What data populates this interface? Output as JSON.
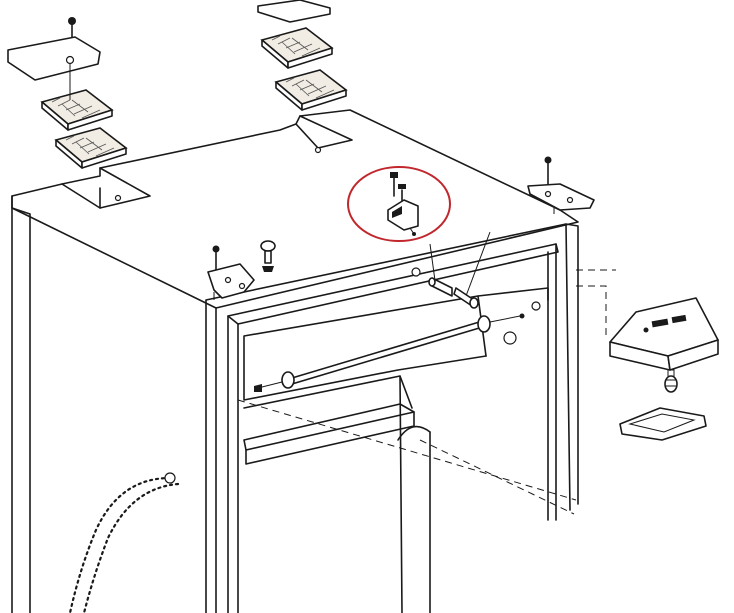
{
  "diagram": {
    "highlight_color": "#c0282d",
    "line_color": "#1a1a1a",
    "background": "#ffffff",
    "parts": [
      "cabinet",
      "spacer-pads",
      "hinge-bracket",
      "door-stop-bracket",
      "shelf-rod",
      "light-housing"
    ]
  }
}
